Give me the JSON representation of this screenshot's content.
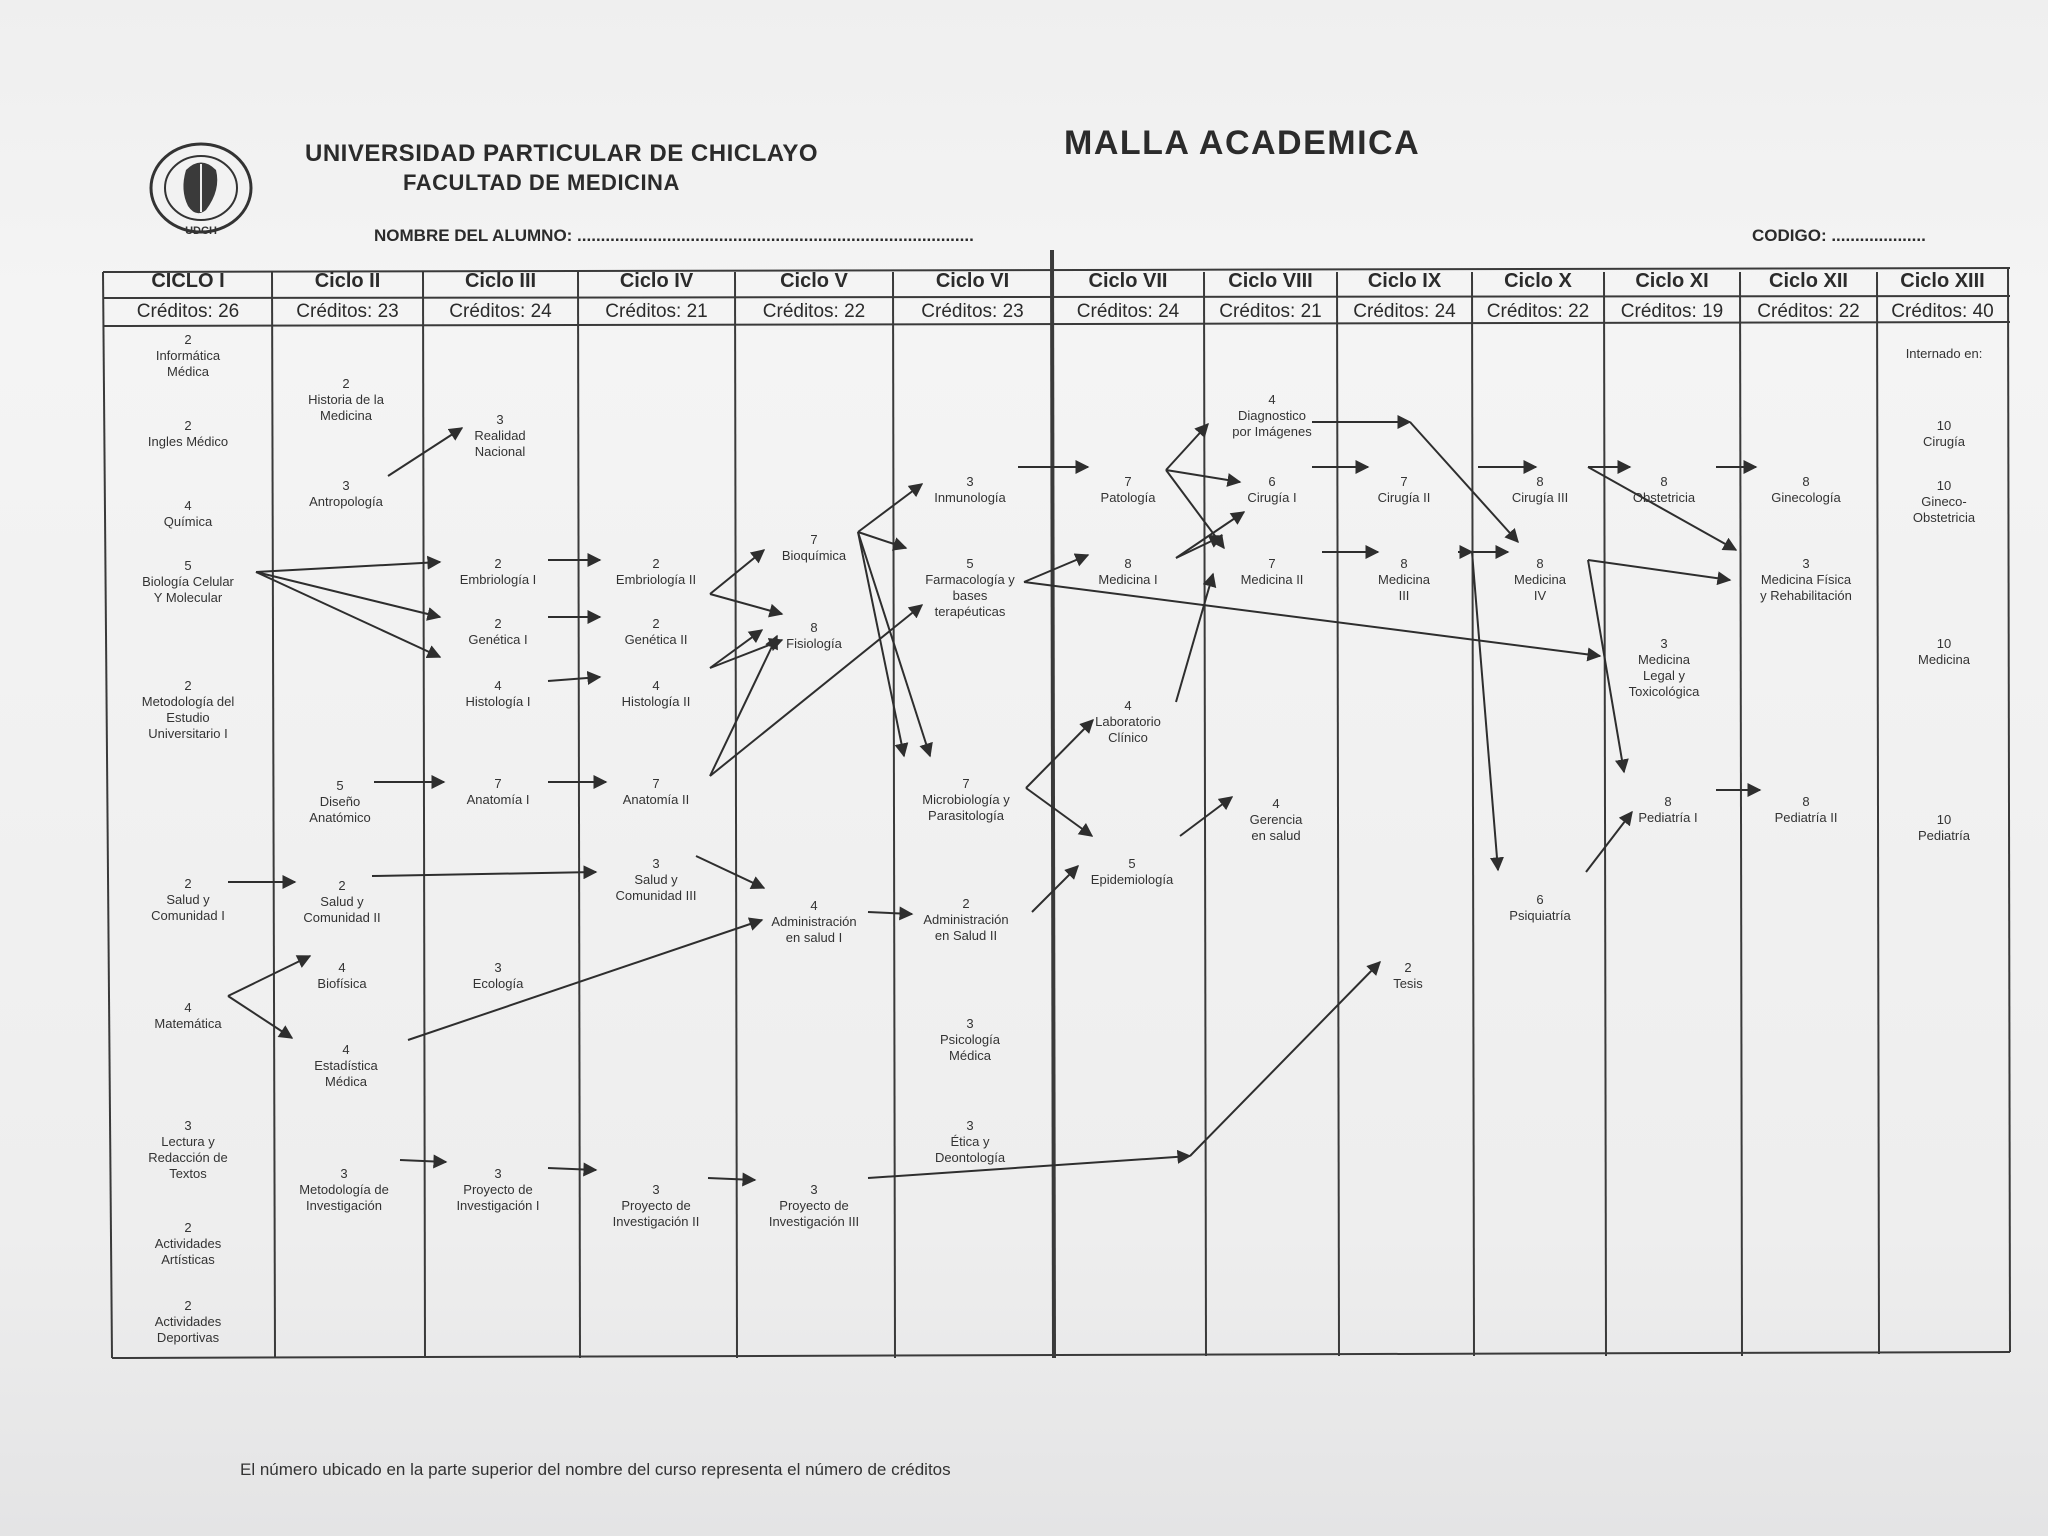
{
  "header": {
    "university": "UNIVERSIDAD PARTICULAR DE CHICLAYO",
    "faculty": "FACULTAD DE MEDICINA",
    "title": "MALLA ACADEMICA",
    "logo_text": "UDCH",
    "student_label": "NOMBRE DEL ALUMNO: ....................................................................................",
    "code_label": "CODIGO: ...................."
  },
  "cycles": [
    {
      "name": "CICLO I",
      "credits": "Créditos: 26"
    },
    {
      "name": "Ciclo II",
      "credits": "Créditos: 23"
    },
    {
      "name": "Ciclo III",
      "credits": "Créditos: 24"
    },
    {
      "name": "Ciclo IV",
      "credits": "Créditos: 21"
    },
    {
      "name": "Ciclo V",
      "credits": "Créditos: 22"
    },
    {
      "name": "Ciclo VI",
      "credits": "Créditos: 23"
    },
    {
      "name": "Ciclo VII",
      "credits": "Créditos: 24"
    },
    {
      "name": "Ciclo VIII",
      "credits": "Créditos: 21"
    },
    {
      "name": "Ciclo IX",
      "credits": "Créditos: 24"
    },
    {
      "name": "Ciclo X",
      "credits": "Créditos: 22"
    },
    {
      "name": "Ciclo XI",
      "credits": "Créditos: 19"
    },
    {
      "name": "Ciclo XII",
      "credits": "Créditos: 22"
    },
    {
      "name": "Ciclo XIII",
      "credits": "Créditos: 40"
    }
  ],
  "courses": {
    "c1_informatica": {
      "cr": "2",
      "name": "Informática\nMédica"
    },
    "c1_ingles": {
      "cr": "2",
      "name": "Ingles Médico"
    },
    "c1_quimica": {
      "cr": "4",
      "name": "Química"
    },
    "c1_biologia": {
      "cr": "5",
      "name": "Biología Celular\nY Molecular"
    },
    "c1_metodologia": {
      "cr": "2",
      "name": "Metodología del\nEstudio\nUniversitario I"
    },
    "c1_salud": {
      "cr": "2",
      "name": "Salud y\nComunidad I"
    },
    "c1_matematica": {
      "cr": "4",
      "name": "Matemática"
    },
    "c1_lectura": {
      "cr": "3",
      "name": "Lectura y\nRedacción de\nTextos"
    },
    "c1_artisticas": {
      "cr": "2",
      "name": "Actividades\nArtísticas"
    },
    "c1_deportivas": {
      "cr": "2",
      "name": "Actividades\nDeportivas"
    },
    "c2_historia": {
      "cr": "2",
      "name": "Historia de la\nMedicina"
    },
    "c2_antropologia": {
      "cr": "3",
      "name": "Antropología"
    },
    "c2_diseno": {
      "cr": "5",
      "name": "Diseño\nAnatómico"
    },
    "c2_salud": {
      "cr": "2",
      "name": "Salud y\nComunidad II"
    },
    "c2_biofisica": {
      "cr": "4",
      "name": "Biofísica"
    },
    "c2_estadistica": {
      "cr": "4",
      "name": "Estadística\nMédica"
    },
    "c2_metodologia": {
      "cr": "3",
      "name": "Metodología de\nInvestigación"
    },
    "c3_realidad": {
      "cr": "3",
      "name": "Realidad\nNacional"
    },
    "c3_embriologia": {
      "cr": "2",
      "name": "Embriología I"
    },
    "c3_genetica": {
      "cr": "2",
      "name": "Genética I"
    },
    "c3_histologia": {
      "cr": "4",
      "name": "Histología I"
    },
    "c3_anatomia": {
      "cr": "7",
      "name": "Anatomía I"
    },
    "c3_ecologia": {
      "cr": "3",
      "name": "Ecología"
    },
    "c3_proyecto": {
      "cr": "3",
      "name": "Proyecto de\nInvestigación I"
    },
    "c4_embriologia": {
      "cr": "2",
      "name": "Embriología II"
    },
    "c4_genetica": {
      "cr": "2",
      "name": "Genética II"
    },
    "c4_histologia": {
      "cr": "4",
      "name": "Histología II"
    },
    "c4_anatomia": {
      "cr": "7",
      "name": "Anatomía II"
    },
    "c4_salud": {
      "cr": "3",
      "name": "Salud y\nComunidad III"
    },
    "c4_proyecto": {
      "cr": "3",
      "name": "Proyecto de\nInvestigación II"
    },
    "c5_bioquimica": {
      "cr": "7",
      "name": "Bioquímica"
    },
    "c5_fisiologia": {
      "cr": "8",
      "name": "Fisiología"
    },
    "c5_administracion": {
      "cr": "4",
      "name": "Administración\nen salud I"
    },
    "c5_proyecto": {
      "cr": "3",
      "name": "Proyecto de\nInvestigación III"
    },
    "c6_inmunologia": {
      "cr": "3",
      "name": "Inmunología"
    },
    "c6_farmacologia": {
      "cr": "5",
      "name": "Farmacología y\nbases\nterapéuticas"
    },
    "c6_microbiologia": {
      "cr": "7",
      "name": "Microbiología y\nParasitología"
    },
    "c6_administracion": {
      "cr": "2",
      "name": "Administración\nen Salud II"
    },
    "c6_psicologia": {
      "cr": "3",
      "name": "Psicología\nMédica"
    },
    "c6_etica": {
      "cr": "3",
      "name": "Ética y\nDeontología"
    },
    "c7_patologia": {
      "cr": "7",
      "name": "Patología"
    },
    "c7_medicina": {
      "cr": "8",
      "name": "Medicina I"
    },
    "c7_laboratorio": {
      "cr": "4",
      "name": "Laboratorio\nClínico"
    },
    "c7_epidemiologia": {
      "cr": "5",
      "name": "Epidemiología"
    },
    "c8_diagnostico": {
      "cr": "4",
      "name": "Diagnostico\npor Imágenes"
    },
    "c8_cirugia": {
      "cr": "6",
      "name": "Cirugía I"
    },
    "c8_medicina": {
      "cr": "7",
      "name": "Medicina II"
    },
    "c8_gerencia": {
      "cr": "4",
      "name": "Gerencia\nen salud"
    },
    "c9_cirugia": {
      "cr": "7",
      "name": "Cirugía II"
    },
    "c9_medicina": {
      "cr": "8",
      "name": "Medicina\nIII"
    },
    "c9_tesis": {
      "cr": "2",
      "name": "Tesis"
    },
    "c10_cirugia": {
      "cr": "8",
      "name": "Cirugía III"
    },
    "c10_medicina": {
      "cr": "8",
      "name": "Medicina\nIV"
    },
    "c10_psiquiatria": {
      "cr": "6",
      "name": "Psiquiatría"
    },
    "c11_obstetricia": {
      "cr": "8",
      "name": "Obstetricia"
    },
    "c11_legal": {
      "cr": "3",
      "name": "Medicina\nLegal y\nToxicológica"
    },
    "c11_pediatria": {
      "cr": "8",
      "name": "Pediatría I"
    },
    "c12_ginecologia": {
      "cr": "8",
      "name": "Ginecología"
    },
    "c12_fisica": {
      "cr": "3",
      "name": "Medicina Física\ny Rehabilitación"
    },
    "c12_pediatria": {
      "cr": "8",
      "name": "Pediatría II"
    },
    "c13_internado": {
      "cr": "",
      "name": "Internado en:"
    },
    "c13_cirugia": {
      "cr": "10",
      "name": "Cirugía"
    },
    "c13_gineco": {
      "cr": "10",
      "name": "Gineco-\nObstetricia"
    },
    "c13_medicina": {
      "cr": "10",
      "name": "Medicina"
    },
    "c13_pediatria": {
      "cr": "10",
      "name": "Pediatría"
    }
  },
  "footnote": "El número ubicado en la parte superior del nombre del curso representa el número de créditos"
}
